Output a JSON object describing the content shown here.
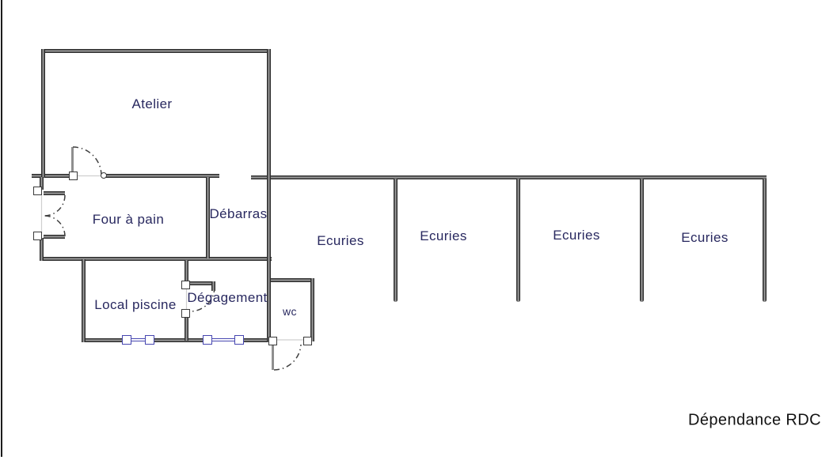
{
  "title": {
    "label": "Dépendance RDC"
  },
  "rooms": [
    {
      "id": "atelier",
      "label": "Atelier"
    },
    {
      "id": "four_a_pain",
      "label": "Four à pain"
    },
    {
      "id": "debarras",
      "label": "Débarras"
    },
    {
      "id": "local_piscine",
      "label": "Local piscine"
    },
    {
      "id": "degagement",
      "label": "Dégagement"
    },
    {
      "id": "wc",
      "label": "wc"
    },
    {
      "id": "ecuries_1",
      "label": "Ecuries"
    },
    {
      "id": "ecuries_2",
      "label": "Ecuries"
    },
    {
      "id": "ecuries_3",
      "label": "Ecuries"
    },
    {
      "id": "ecuries_4",
      "label": "Ecuries"
    }
  ],
  "colors": {
    "wall_outline": "#2e2e2e",
    "wall_fill": "#9b9b9b",
    "room_label": "#28285f",
    "window_symbol": "#4646b0",
    "door_arc": "#3f3f3f",
    "title_text": "#111111",
    "background": "#ffffff"
  }
}
